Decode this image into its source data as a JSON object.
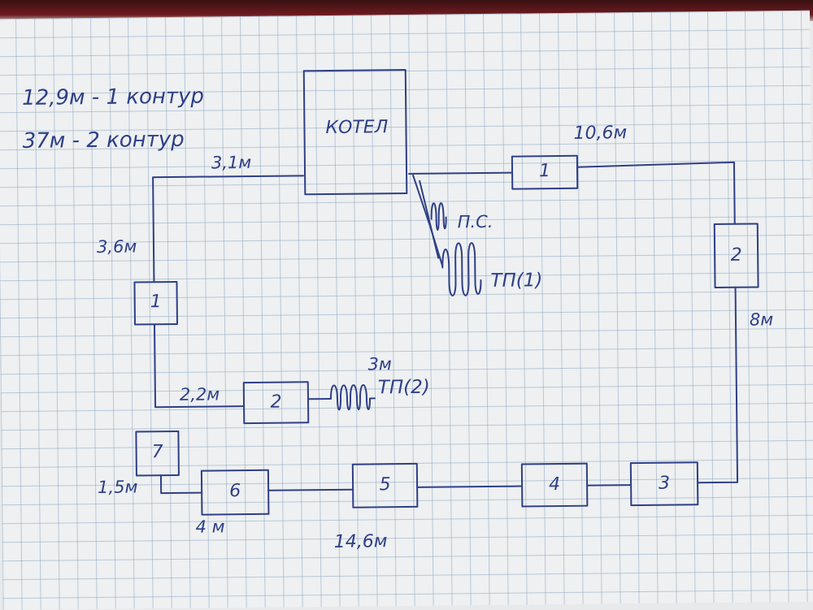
{
  "notes": {
    "line1": "12,9м - 1 контур",
    "line2": "37м -   2 контур"
  },
  "boiler": {
    "label": "КОТЕЛ"
  },
  "loop1": {
    "seg_top": "3,1м",
    "seg_left": "3,6м",
    "seg_to_2": "2,2м",
    "radiator_1": "1",
    "radiator_2": "2",
    "tp2_length": "3м",
    "tp2_label": "ТП(2)"
  },
  "loop2": {
    "seg_top_right": "10,6м",
    "seg_right": "8м",
    "seg_bottom": "14,6м",
    "seg_bottom_left": "1,5м",
    "seg_below_6": "4 м",
    "radiator_1": "1",
    "radiator_2": "2",
    "radiator_3": "3",
    "radiator_4": "4",
    "radiator_5": "5",
    "radiator_6": "6",
    "radiator_7": "7"
  },
  "boiler_branch": {
    "ps_label": "П.С.",
    "tp1_label": "ТП(1)"
  },
  "colors": {
    "ink": "#2e3f86",
    "grid": "#7896b9",
    "paper": "#eef0f1"
  }
}
